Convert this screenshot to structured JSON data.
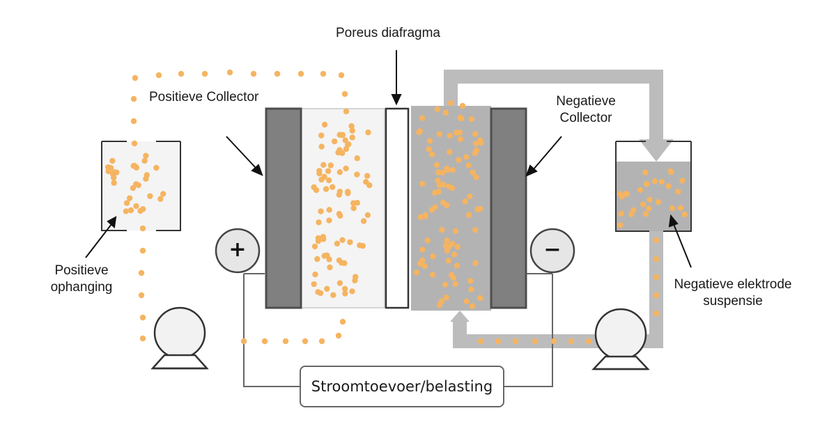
{
  "labels": {
    "diaphragm": "Poreus diafragma",
    "pos_collector": "Positieve Collector",
    "neg_collector_line1": "Negatieve",
    "neg_collector_line2": "Collector",
    "pos_suspension_line1": "Positieve",
    "pos_suspension_line2": "ophanging",
    "neg_electrode_line1": "Negatieve elektrode",
    "neg_electrode_line2": "suspensie",
    "power": "Stroomtoevoer/belasting",
    "plus": "+",
    "minus": "−"
  },
  "colors": {
    "particle": "#f5b461",
    "collector_fill": "#808080",
    "collector_border": "#4d4d4d",
    "flow_pipe": "#bcbcbc",
    "neg_chamber": "#b3b3b3",
    "pos_chamber": "#f4f4f4",
    "wire": "#666666"
  },
  "icons": [
    "pump-icon",
    "arrow-icon",
    "plus-terminal-icon",
    "minus-terminal-icon"
  ]
}
